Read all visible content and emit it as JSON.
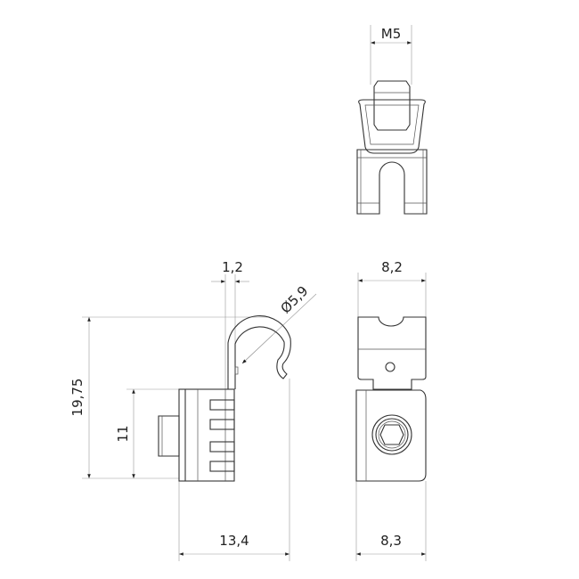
{
  "title": "Clamp bracket technical drawing",
  "dimensions": {
    "thread": "M5",
    "thickness": "1,2",
    "diameter": "Ø5,9",
    "height_total": "19,75",
    "height_base": "11",
    "width_side": "13,4",
    "width_front_top": "8,2",
    "width_front_bottom": "8,3"
  },
  "colors": {
    "line": "#333333",
    "extension": "#999999"
  }
}
